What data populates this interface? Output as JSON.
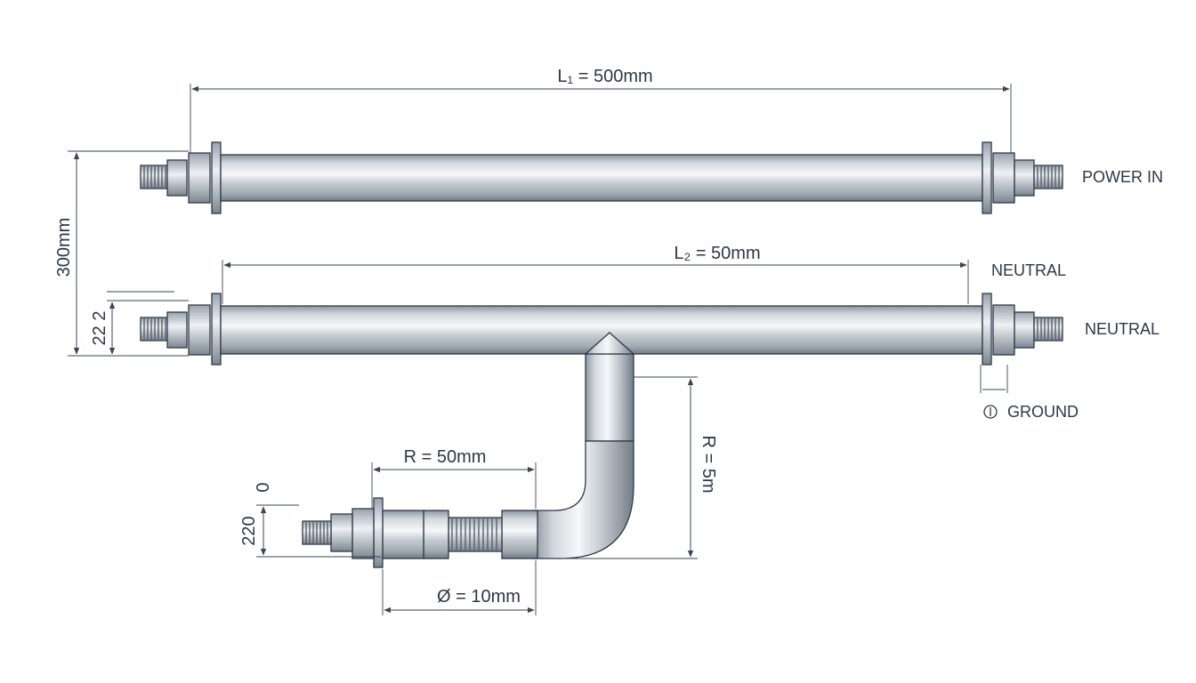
{
  "labels": {
    "l1": "L₁ = 500mm",
    "l2": "L₂ = 50mm",
    "height": "300mm",
    "gap": "22 2",
    "r_horizontal": "R = 50mm",
    "r_vertical": "R = 5m",
    "diameter": "Ø = 10mm",
    "zero": "0",
    "small_height": "220",
    "power_in": "POWER IN",
    "neutral_top": "NEUTRAL",
    "neutral_right": "NEUTRAL",
    "ground": "GROUND"
  },
  "icons": {
    "ground": "ground-symbol-icon"
  },
  "colors": {
    "tube_light": "#f4f6f8",
    "tube_mid": "#c2c8cf",
    "tube_dark": "#7d8792",
    "outline": "#2e3a48",
    "dimension": "#3a4654"
  }
}
